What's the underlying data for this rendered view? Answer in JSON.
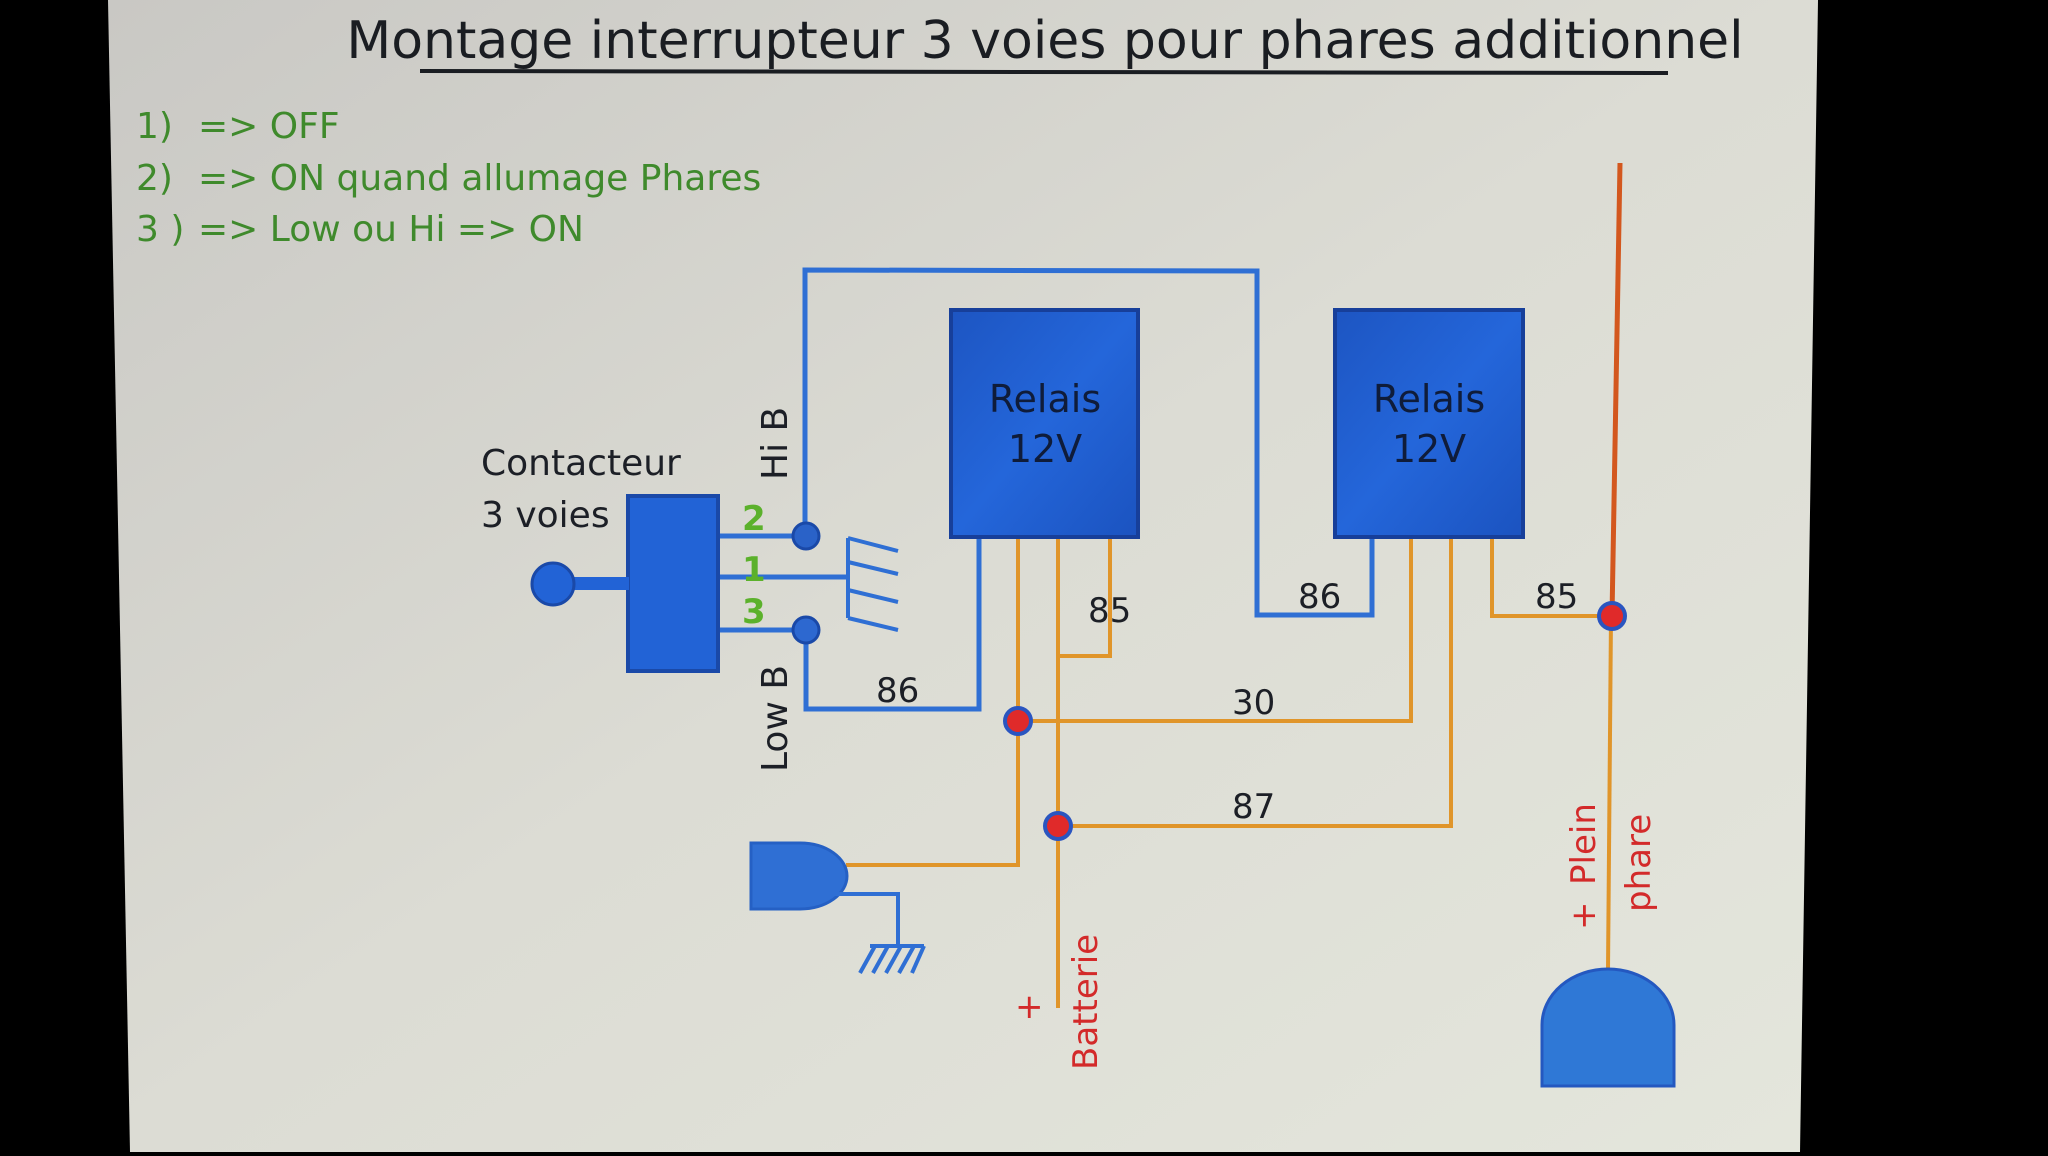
{
  "title": "Montage interrupteur 3 voies pour phares additionnel",
  "legend": [
    {
      "num": "1)",
      "text": "=> OFF"
    },
    {
      "num": "2)",
      "text": "=> ON quand allumage Phares"
    },
    {
      "num": "3 )",
      "text": "=> Low ou Hi  => ON"
    }
  ],
  "switch": {
    "label_line1": "Contacteur",
    "label_line2": "3 voies",
    "positions": [
      "2",
      "1",
      "3"
    ]
  },
  "inputs": {
    "hi_beam": "Hi B",
    "low_beam": "Low B"
  },
  "relays": [
    {
      "line1": "Relais",
      "line2": "12V"
    },
    {
      "line1": "Relais",
      "line2": "12V"
    }
  ],
  "pins": {
    "relay1_86": "86",
    "relay1_85": "85",
    "relay2_86": "86",
    "relay2_85": "85",
    "line_30": "30",
    "line_87": "87"
  },
  "battery": {
    "plus": "+",
    "label": "Batterie"
  },
  "high_beam_feed": {
    "plus": "+",
    "line1": "Plein",
    "line2": "phare"
  },
  "colors": {
    "control_wire": "#2f6fd4",
    "power_wire": "#e0952a",
    "relay_fill": "#1f5fd0",
    "junction": "#e02a2a",
    "legend_text": "#3f8a2c",
    "positive_label": "#d32a2a"
  }
}
